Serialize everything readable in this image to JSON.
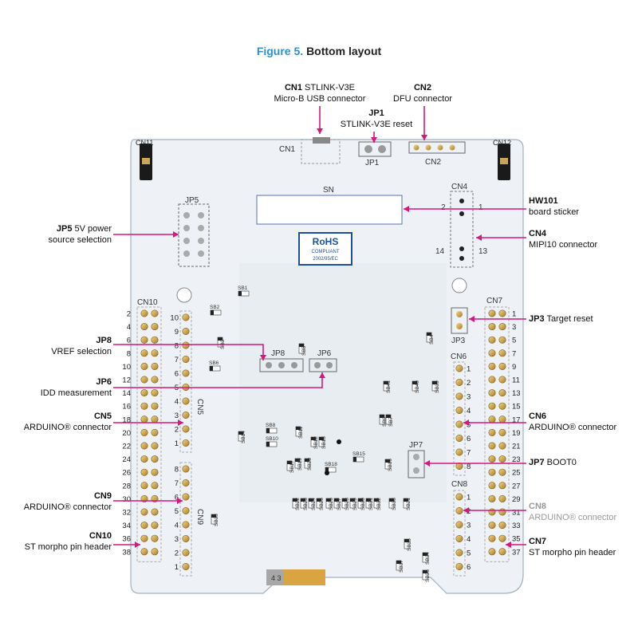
{
  "figure": {
    "number": "Figure 5.",
    "title": "Bottom layout"
  },
  "callouts": {
    "cn1": {
      "id": "CN1",
      "desc": "STLINK-V3E",
      "desc2": "Micro-B USB connector"
    },
    "cn2": {
      "id": "CN2",
      "desc": "DFU connector"
    },
    "jp1": {
      "id": "JP1",
      "desc": "STLINK-V3E reset"
    },
    "hw101": {
      "id": "HW101",
      "desc": "board sticker"
    },
    "cn4": {
      "id": "CN4",
      "desc": "MIPI10 connector"
    },
    "jp5": {
      "id": "JP5",
      "desc": "5V power",
      "desc2": "source selection"
    },
    "jp3": {
      "id": "JP3",
      "desc": "Target reset"
    },
    "jp8": {
      "id": "JP8",
      "desc": "VREF selection"
    },
    "jp6": {
      "id": "JP6",
      "desc": "IDD measurement"
    },
    "cn5": {
      "id": "CN5",
      "desc": "ARDUINO® connector"
    },
    "cn6": {
      "id": "CN6",
      "desc": "ARDUINO® connector"
    },
    "jp7": {
      "id": "JP7",
      "desc": "BOOT0"
    },
    "cn9": {
      "id": "CN9",
      "desc": "ARDUINO® connector"
    },
    "cn10": {
      "id": "CN10",
      "desc": "ST morpho pin header"
    },
    "cn8": {
      "id": "CN8",
      "desc": "ARDUINO® connector"
    },
    "cn7": {
      "id": "CN7",
      "desc": "ST morpho pin header"
    }
  },
  "board": {
    "sn_label": "SN",
    "rohs": {
      "line1": "RoHS",
      "line2": "COMPLIANT",
      "line3": "2002/95/EC"
    },
    "sticker_code": "4 3",
    "silk": {
      "cn1": "CN1",
      "cn2": "CN2",
      "jp1": "JP1",
      "cn4": "CN4",
      "jp5": "JP5",
      "cn10": "CN10",
      "cn7": "CN7",
      "cn5": "CN5",
      "cn9": "CN9",
      "cn6": "CN6",
      "cn8": "CN8",
      "jp3": "JP3",
      "jp8": "JP8",
      "jp6": "JP6",
      "jp7": "JP7",
      "cn11": "CN11",
      "cn12": "CN12",
      "pin1": "1",
      "pin2": "2",
      "pin13": "13",
      "pin14": "14",
      "sb": [
        "SB1",
        "SB2",
        "SB3",
        "SB6",
        "SB5",
        "SB4",
        "SB8",
        "SB10",
        "SB11",
        "SB12",
        "SB13",
        "SB14",
        "SB15",
        "SB16",
        "SB17",
        "SB18",
        "SB19",
        "SB20",
        "SB7",
        "SB9",
        "SB21",
        "SB22",
        "SB23",
        "SB24",
        "SB25",
        "SB26",
        "SB27",
        "SB28",
        "SB29",
        "SB30",
        "SB31",
        "SB32",
        "SB33",
        "SB34",
        "SB35",
        "SB36",
        "SB37",
        "SB38",
        "SB39",
        "SB40",
        "SB41"
      ]
    },
    "cn5_pins": [
      "10",
      "9",
      "8",
      "7",
      "6",
      "5",
      "4",
      "3",
      "2",
      "1"
    ],
    "cn9_pins": [
      "8",
      "7",
      "6",
      "5",
      "4",
      "3",
      "2",
      "1"
    ],
    "cn6_pins": [
      "1",
      "2",
      "3",
      "4",
      "5",
      "6",
      "7",
      "8"
    ],
    "cn8_pins": [
      "1",
      "2",
      "3",
      "4",
      "5",
      "6"
    ],
    "cn10_pins": [
      "2",
      "4",
      "6",
      "8",
      "10",
      "12",
      "14",
      "16",
      "18",
      "20",
      "22",
      "24",
      "26",
      "28",
      "30",
      "32",
      "34",
      "36",
      "38"
    ],
    "cn7_pins": [
      "1",
      "3",
      "5",
      "7",
      "9",
      "11",
      "13",
      "15",
      "17",
      "19",
      "21",
      "23",
      "25",
      "27",
      "29",
      "31",
      "33",
      "35",
      "37"
    ]
  },
  "colors": {
    "accent": "#d6177d",
    "board": "#eef2f6",
    "figure_blue": "#2e8fd0",
    "rohs_blue": "#1e4f9e"
  }
}
